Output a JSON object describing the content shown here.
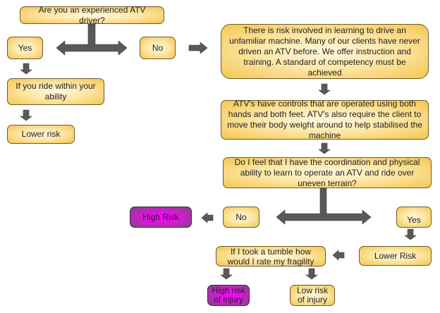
{
  "colors": {
    "box_fill": "#f7d675",
    "high_risk_fill": "#d51ad5",
    "arrow": "#595959"
  },
  "nodes": {
    "q1": "Are you an experienced ATV driver?",
    "q1_yes": "Yes",
    "q1_no": "No",
    "ride_ability": "If you ride within your ability",
    "lower_risk_1": "Lower risk",
    "risk_info": "There is risk involved in learning to drive an unfamiliar machine. Many of our clients have never driven an ATV before. We offer instruction and training. A standard of competency must be achieved",
    "controls_info": "ATV's have controls that are operated using both hands and both feet. ATV's also require the client to move their body weight around to help stabilised the machine",
    "q2": "Do I feel that I have the coordination and physical ability to learn to operate an ATV and ride over uneven terrain?",
    "q2_no": "No",
    "q2_yes": "Yes",
    "high_risk": "High Risk",
    "lower_risk_2": "Lower Risk",
    "fragility_q": "If I took a tumble how would I rate my fragility",
    "high_injury": "High risk of injury",
    "low_injury": "Low risk of injury"
  }
}
